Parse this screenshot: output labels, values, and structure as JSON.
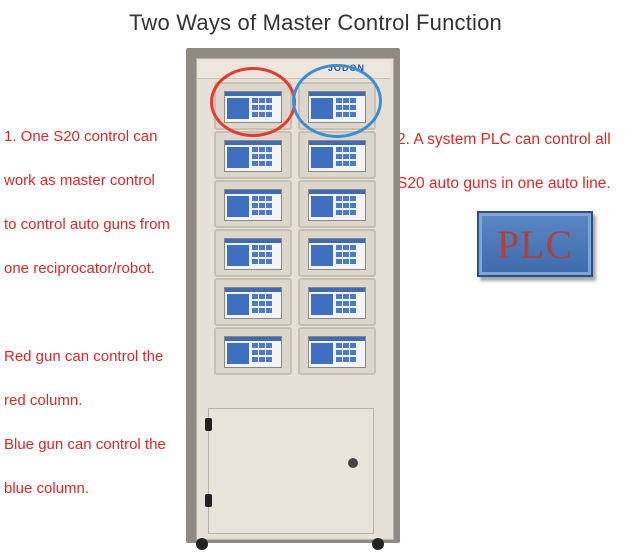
{
  "title": "Two Ways of Master Control Function",
  "left_note": {
    "line1": "1. One S20 control can",
    "line2": "work as master control",
    "line3": "to control auto guns from",
    "line4": "one reciprocator/robot.",
    "line5": "",
    "line6": "Red gun can control the",
    "line7": "red column.",
    "line8": "Blue gun can control the",
    "line9": "blue column."
  },
  "right_note": {
    "line1": "2. A system PLC can control all",
    "line2": "S20 auto guns in one auto line."
  },
  "cabinet": {
    "brand": "JODON",
    "rows": 6,
    "columns": 2
  },
  "plc_box": {
    "label": "PLC"
  },
  "colors": {
    "note_text": "#d62a2a",
    "red_ring": "#e53a2e",
    "blue_ring": "#3a8ed8",
    "plc_fill": "#4a78b8",
    "plc_text": "#b2403a"
  }
}
